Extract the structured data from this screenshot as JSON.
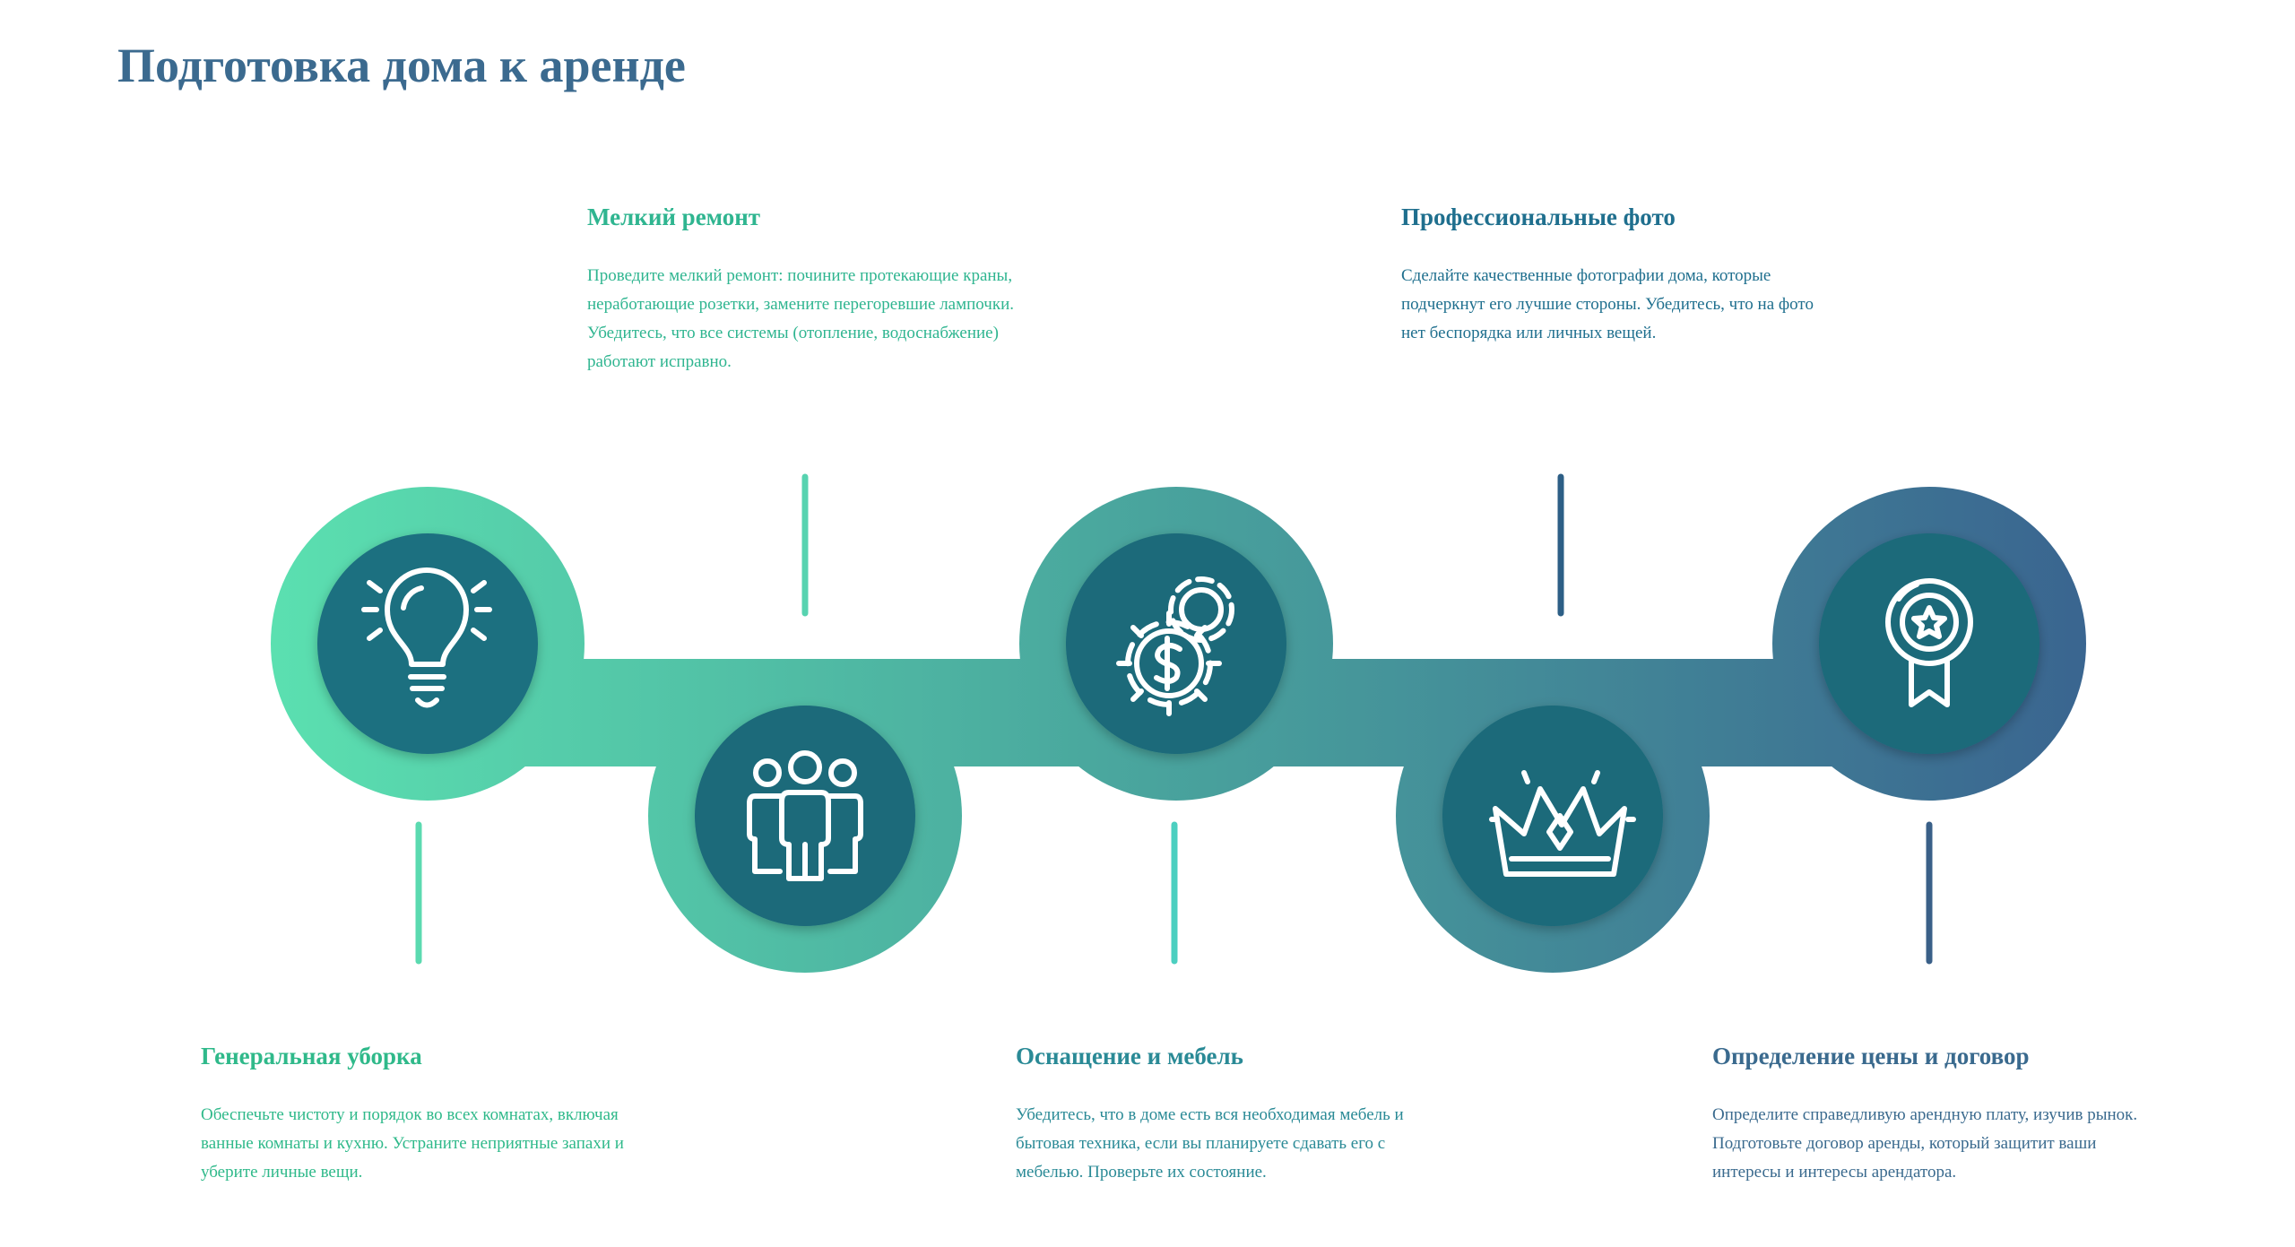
{
  "title": "Подготовка дома к аренде",
  "steps": [
    {
      "title": "Генеральная уборка",
      "text": "Обеспечьте чистоту и порядок во всех комнатах, включая ванные комнаты и кухню. Устраните неприятные запахи и уберите личные вещи.",
      "icon": "lightbulb-icon"
    },
    {
      "title": "Мелкий ремонт",
      "text": "Проведите мелкий ремонт: почините протекающие краны, неработающие розетки, замените перегоревшие лампочки. Убедитесь, что все системы (отопление, водоснабжение) работают исправно.",
      "icon": "people-icon"
    },
    {
      "title": "Оснащение и мебель",
      "text": "Убедитесь, что в доме есть вся необходимая мебель и бытовая техника, если вы планируете сдавать его с мебелью. Проверьте их состояние.",
      "icon": "gears-dollar-icon"
    },
    {
      "title": "Профессиональные фото",
      "text": "Сделайте качественные фотографии дома, которые подчеркнут его лучшие стороны. Убедитесь, что на фото нет беспорядка или личных вещей.",
      "icon": "crown-icon"
    },
    {
      "title": "Определение цены и договор",
      "text": "Определите справедливую арендную плату, изучив рынок. Подготовьте договор аренды, который защитит ваши интересы и интересы арендатора.",
      "icon": "award-medal-icon"
    }
  ],
  "colors": {
    "title": "#3b6a8f",
    "gradient_start": "#5be0b0",
    "gradient_end": "#3a6590",
    "inner_circle": "#1f6f80",
    "icon_stroke": "#ffffff"
  }
}
